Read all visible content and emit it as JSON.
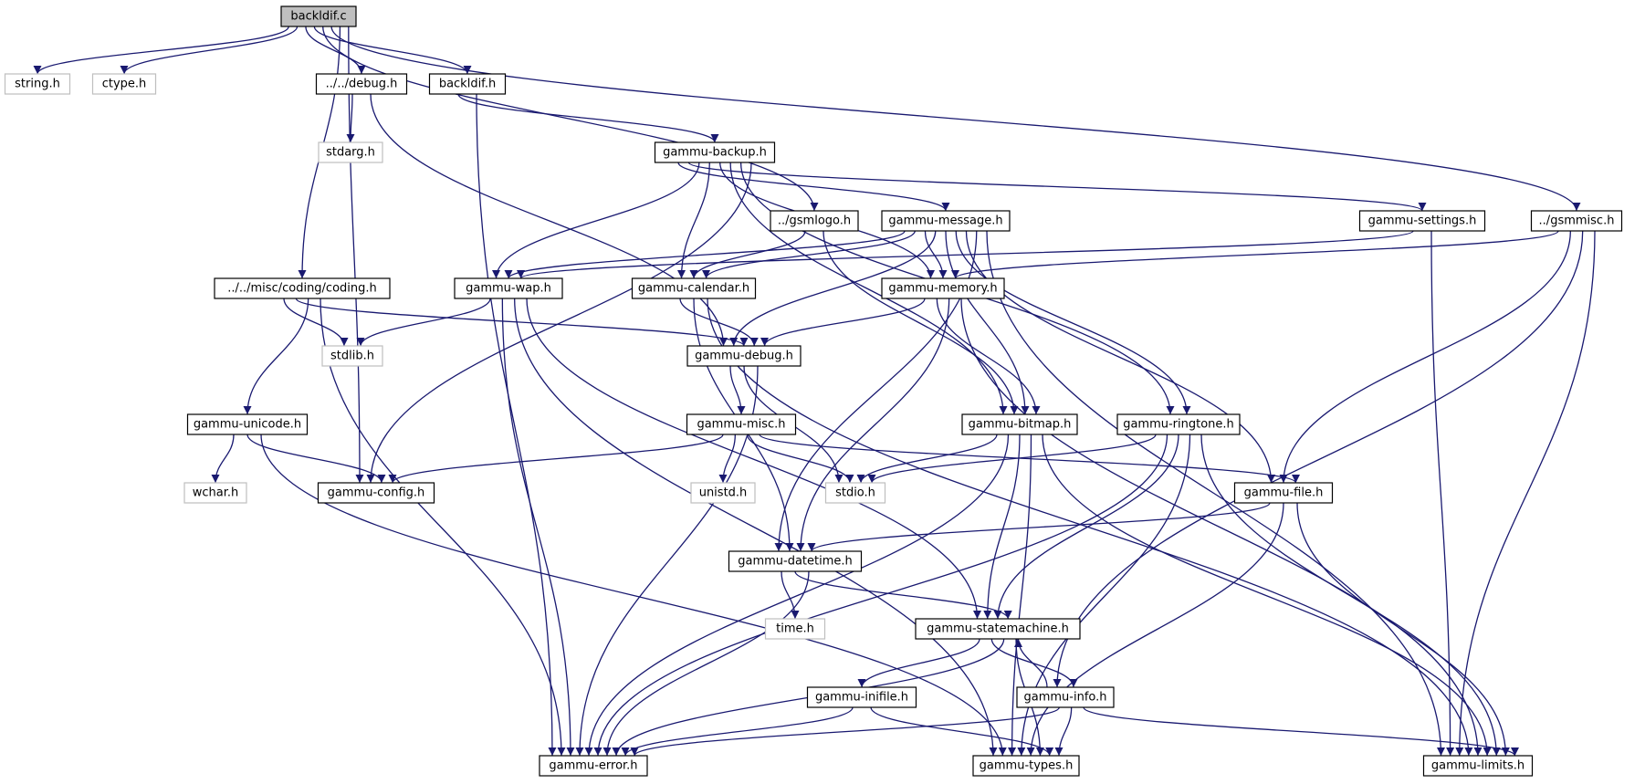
{
  "colors": {
    "edge": "#191970",
    "node_border": "#000000",
    "external_border": "#bfbfbf",
    "root_fill": "#bfbfbf",
    "node_fill": "#ffffff"
  },
  "nodes": [
    {
      "id": "backldif_c",
      "label": "backldif.c",
      "kind": "root"
    },
    {
      "id": "string_h",
      "label": "string.h",
      "kind": "external"
    },
    {
      "id": "ctype_h",
      "label": "ctype.h",
      "kind": "external"
    },
    {
      "id": "debug_h",
      "label": "../../debug.h",
      "kind": "internal"
    },
    {
      "id": "backldif_h",
      "label": "backldif.h",
      "kind": "internal"
    },
    {
      "id": "stdarg_h",
      "label": "stdarg.h",
      "kind": "external"
    },
    {
      "id": "gammu_backup_h",
      "label": "gammu-backup.h",
      "kind": "internal"
    },
    {
      "id": "gsmlogo_h",
      "label": "../gsmlogo.h",
      "kind": "internal"
    },
    {
      "id": "gammu_message_h",
      "label": "gammu-message.h",
      "kind": "internal"
    },
    {
      "id": "gammu_settings_h",
      "label": "gammu-settings.h",
      "kind": "internal"
    },
    {
      "id": "gsmmisc_h",
      "label": "../gsmmisc.h",
      "kind": "internal"
    },
    {
      "id": "coding_h",
      "label": "../../misc/coding/coding.h",
      "kind": "internal"
    },
    {
      "id": "gammu_wap_h",
      "label": "gammu-wap.h",
      "kind": "internal"
    },
    {
      "id": "gammu_calendar_h",
      "label": "gammu-calendar.h",
      "kind": "internal"
    },
    {
      "id": "gammu_memory_h",
      "label": "gammu-memory.h",
      "kind": "internal"
    },
    {
      "id": "stdlib_h",
      "label": "stdlib.h",
      "kind": "external"
    },
    {
      "id": "gammu_debug_h",
      "label": "gammu-debug.h",
      "kind": "internal"
    },
    {
      "id": "gammu_unicode_h",
      "label": "gammu-unicode.h",
      "kind": "internal"
    },
    {
      "id": "gammu_misc_h",
      "label": "gammu-misc.h",
      "kind": "internal"
    },
    {
      "id": "gammu_bitmap_h",
      "label": "gammu-bitmap.h",
      "kind": "internal"
    },
    {
      "id": "gammu_ringtone_h",
      "label": "gammu-ringtone.h",
      "kind": "internal"
    },
    {
      "id": "wchar_h",
      "label": "wchar.h",
      "kind": "external"
    },
    {
      "id": "gammu_config_h",
      "label": "gammu-config.h",
      "kind": "internal"
    },
    {
      "id": "unistd_h",
      "label": "unistd.h",
      "kind": "external"
    },
    {
      "id": "stdio_h",
      "label": "stdio.h",
      "kind": "external"
    },
    {
      "id": "gammu_file_h",
      "label": "gammu-file.h",
      "kind": "internal"
    },
    {
      "id": "gammu_datetime_h",
      "label": "gammu-datetime.h",
      "kind": "internal"
    },
    {
      "id": "time_h",
      "label": "time.h",
      "kind": "external"
    },
    {
      "id": "gammu_statemachine_h",
      "label": "gammu-statemachine.h",
      "kind": "internal"
    },
    {
      "id": "gammu_inifile_h",
      "label": "gammu-inifile.h",
      "kind": "internal"
    },
    {
      "id": "gammu_info_h",
      "label": "gammu-info.h",
      "kind": "internal"
    },
    {
      "id": "gammu_error_h",
      "label": "gammu-error.h",
      "kind": "internal"
    },
    {
      "id": "gammu_types_h",
      "label": "gammu-types.h",
      "kind": "internal"
    },
    {
      "id": "gammu_limits_h",
      "label": "gammu-limits.h",
      "kind": "internal"
    }
  ],
  "edges": [
    [
      "backldif_c",
      "string_h"
    ],
    [
      "backldif_c",
      "ctype_h"
    ],
    [
      "backldif_c",
      "debug_h"
    ],
    [
      "backldif_c",
      "backldif_h"
    ],
    [
      "backldif_c",
      "gsmlogo_h"
    ],
    [
      "backldif_c",
      "gsmmisc_h"
    ],
    [
      "backldif_c",
      "coding_h"
    ],
    [
      "backldif_c",
      "gammu_config_h"
    ],
    [
      "debug_h",
      "stdarg_h"
    ],
    [
      "debug_h",
      "gammu_debug_h"
    ],
    [
      "backldif_h",
      "gammu_backup_h"
    ],
    [
      "backldif_h",
      "gammu_error_h"
    ],
    [
      "gammu_backup_h",
      "gammu_message_h"
    ],
    [
      "gammu_backup_h",
      "gammu_settings_h"
    ],
    [
      "gammu_backup_h",
      "gammu_wap_h"
    ],
    [
      "gammu_backup_h",
      "gammu_calendar_h"
    ],
    [
      "gammu_backup_h",
      "gammu_memory_h"
    ],
    [
      "gammu_backup_h",
      "gammu_bitmap_h"
    ],
    [
      "gammu_backup_h",
      "gammu_ringtone_h"
    ],
    [
      "gammu_backup_h",
      "gammu_config_h"
    ],
    [
      "gsmlogo_h",
      "gammu_calendar_h"
    ],
    [
      "gsmlogo_h",
      "gammu_bitmap_h"
    ],
    [
      "gammu_message_h",
      "gammu_wap_h"
    ],
    [
      "gammu_message_h",
      "gammu_calendar_h"
    ],
    [
      "gammu_message_h",
      "gammu_memory_h"
    ],
    [
      "gammu_message_h",
      "gammu_debug_h"
    ],
    [
      "gammu_message_h",
      "gammu_bitmap_h"
    ],
    [
      "gammu_message_h",
      "gammu_ringtone_h"
    ],
    [
      "gammu_message_h",
      "gammu_file_h"
    ],
    [
      "gammu_message_h",
      "gammu_datetime_h"
    ],
    [
      "gammu_message_h",
      "gammu_limits_h"
    ],
    [
      "gammu_settings_h",
      "gammu_wap_h"
    ],
    [
      "gammu_settings_h",
      "gammu_limits_h"
    ],
    [
      "gsmmisc_h",
      "gammu_memory_h"
    ],
    [
      "gsmmisc_h",
      "gammu_file_h"
    ],
    [
      "gsmmisc_h",
      "gammu_info_h"
    ],
    [
      "gsmmisc_h",
      "gammu_limits_h"
    ],
    [
      "coding_h",
      "stdlib_h"
    ],
    [
      "coding_h",
      "gammu_debug_h"
    ],
    [
      "coding_h",
      "gammu_unicode_h"
    ],
    [
      "coding_h",
      "gammu_error_h"
    ],
    [
      "gammu_wap_h",
      "stdlib_h"
    ],
    [
      "gammu_wap_h",
      "gammu_error_h"
    ],
    [
      "gammu_wap_h",
      "gammu_types_h"
    ],
    [
      "gammu_wap_h",
      "gammu_statemachine_h"
    ],
    [
      "gammu_calendar_h",
      "gammu_debug_h"
    ],
    [
      "gammu_calendar_h",
      "gammu_datetime_h"
    ],
    [
      "gammu_calendar_h",
      "gammu_limits_h"
    ],
    [
      "gammu_memory_h",
      "gammu_debug_h"
    ],
    [
      "gammu_memory_h",
      "gammu_bitmap_h"
    ],
    [
      "gammu_memory_h",
      "gammu_datetime_h"
    ],
    [
      "gammu_memory_h",
      "gammu_limits_h"
    ],
    [
      "gammu_debug_h",
      "gammu_misc_h"
    ],
    [
      "gammu_debug_h",
      "stdio_h"
    ],
    [
      "gammu_debug_h",
      "gammu_error_h"
    ],
    [
      "gammu_unicode_h",
      "wchar_h"
    ],
    [
      "gammu_unicode_h",
      "gammu_config_h"
    ],
    [
      "gammu_unicode_h",
      "gammu_types_h"
    ],
    [
      "gammu_misc_h",
      "gammu_config_h"
    ],
    [
      "gammu_misc_h",
      "unistd_h"
    ],
    [
      "gammu_misc_h",
      "stdio_h"
    ],
    [
      "gammu_misc_h",
      "gammu_file_h"
    ],
    [
      "gammu_bitmap_h",
      "stdio_h"
    ],
    [
      "gammu_bitmap_h",
      "gammu_error_h"
    ],
    [
      "gammu_bitmap_h",
      "gammu_statemachine_h"
    ],
    [
      "gammu_bitmap_h",
      "gammu_types_h"
    ],
    [
      "gammu_bitmap_h",
      "gammu_limits_h"
    ],
    [
      "gammu_ringtone_h",
      "stdio_h"
    ],
    [
      "gammu_ringtone_h",
      "gammu_error_h"
    ],
    [
      "gammu_ringtone_h",
      "gammu_statemachine_h"
    ],
    [
      "gammu_ringtone_h",
      "gammu_types_h"
    ],
    [
      "gammu_ringtone_h",
      "gammu_limits_h"
    ],
    [
      "gammu_file_h",
      "gammu_datetime_h"
    ],
    [
      "gammu_file_h",
      "gammu_types_h"
    ],
    [
      "gammu_file_h",
      "gammu_limits_h"
    ],
    [
      "gammu_datetime_h",
      "time_h"
    ],
    [
      "gammu_datetime_h",
      "gammu_statemachine_h"
    ],
    [
      "gammu_datetime_h",
      "gammu_error_h"
    ],
    [
      "gammu_statemachine_h",
      "gammu_inifile_h"
    ],
    [
      "gammu_statemachine_h",
      "gammu_info_h"
    ],
    [
      "gammu_statemachine_h",
      "gammu_error_h"
    ],
    [
      "gammu_statemachine_h",
      "gammu_types_h"
    ],
    [
      "gammu_inifile_h",
      "gammu_error_h"
    ],
    [
      "gammu_inifile_h",
      "gammu_types_h"
    ],
    [
      "gammu_info_h",
      "gammu_statemachine_h"
    ],
    [
      "gammu_info_h",
      "gammu_error_h"
    ],
    [
      "gammu_info_h",
      "gammu_types_h"
    ],
    [
      "gammu_info_h",
      "gammu_limits_h"
    ]
  ]
}
